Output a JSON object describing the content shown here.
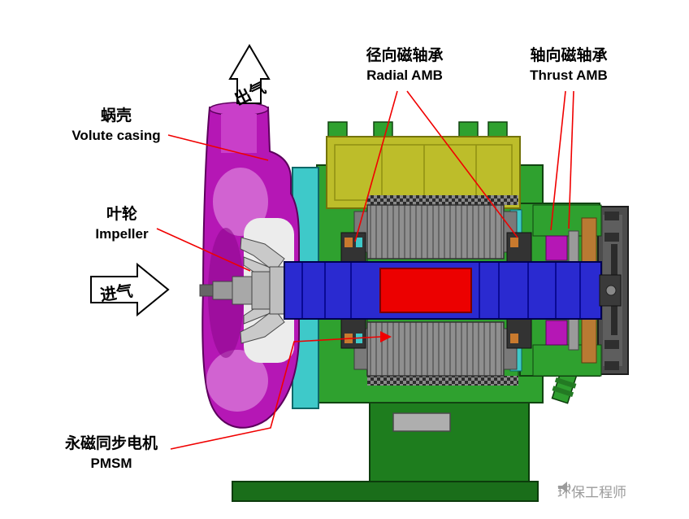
{
  "annotations": {
    "air_out": {
      "label": "出气"
    },
    "air_in": {
      "label": "进气"
    },
    "volute": {
      "label_cn": "蜗壳",
      "label_en": "Volute casing"
    },
    "impeller": {
      "label_cn": "叶轮",
      "label_en": "Impeller"
    },
    "pmsm": {
      "label_cn": "永磁同步电机",
      "label_en": "PMSM"
    },
    "radial_amb": {
      "label_cn": "径向磁轴承",
      "label_en": "Radial AMB"
    },
    "thrust_amb": {
      "label_cn": "轴向磁轴承",
      "label_en": "Thrust AMB"
    }
  },
  "watermark": {
    "text": "环保工程师",
    "icon": "megaphone-icon"
  },
  "colors": {
    "background": "#ffffff",
    "leader_line": "#f00000",
    "volute_magenta": "#b517b5",
    "casing_yellow": "#bdbd2a",
    "housing_green": "#2fa12f",
    "adapter_teal": "#3ec9c9",
    "shaft_blue": "#2a2ad0",
    "magnet_red": "#ec0000",
    "stator_gray": "#8f8f8f",
    "watermark_gray": "#9b9b9b"
  }
}
